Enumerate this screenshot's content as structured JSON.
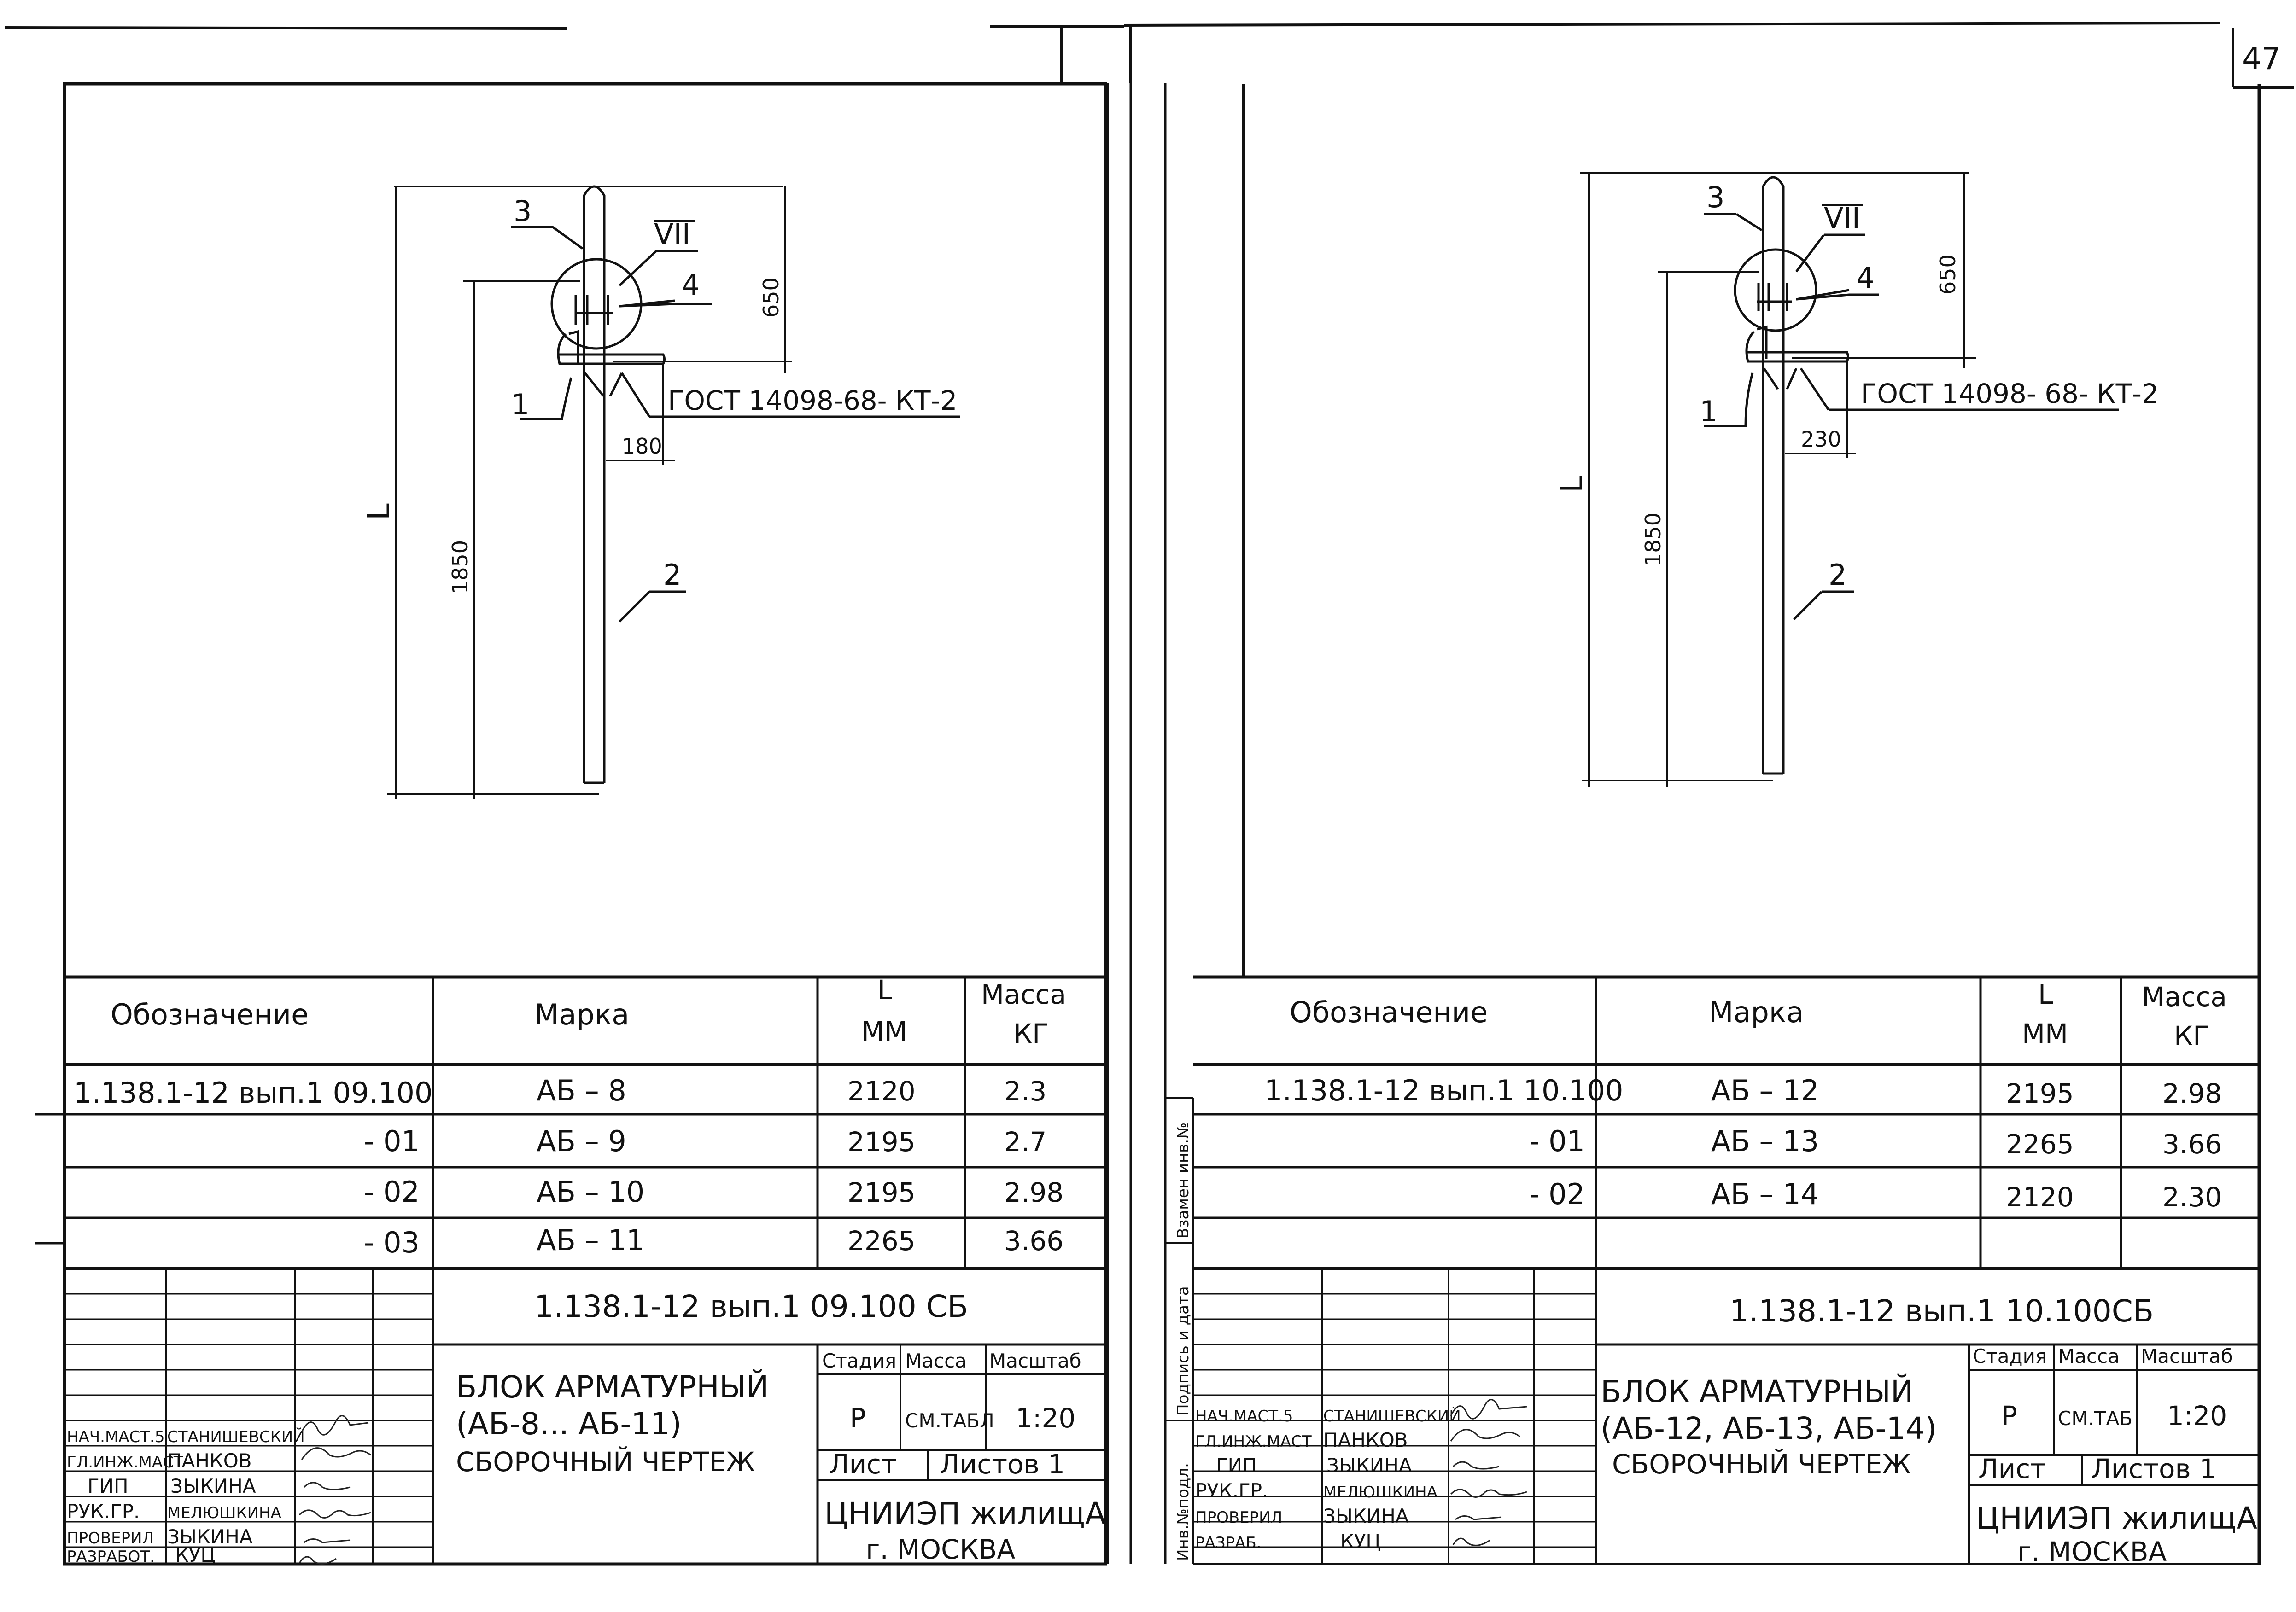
{
  "page_number": "47",
  "sheets": [
    {
      "drawing": {
        "labels": [
          "1",
          "2",
          "3",
          "4",
          "VII"
        ],
        "dims": {
          "L": "L",
          "h1": "1850",
          "h2": "650",
          "w": "180"
        },
        "gost": "ГОСТ 14098-68- КТ-2"
      },
      "spec_table": {
        "headers": {
          "designation": "Обозначение",
          "mark": "Марка",
          "length": "L\nММ",
          "length_top": "L",
          "length_unit": "ММ",
          "mass_top": "Масса",
          "mass_unit": "КГ"
        },
        "rows": [
          {
            "designation": "1.138.1-12 вып.1 09.100",
            "mark": "АБ – 8",
            "length": "2120",
            "mass": "2.3"
          },
          {
            "designation": "- 01",
            "mark": "АБ – 9",
            "length": "2195",
            "mass": "2.7"
          },
          {
            "designation": "- 02",
            "mark": "АБ – 10",
            "length": "2195",
            "mass": "2.98"
          },
          {
            "designation": "- 03",
            "mark": "АБ – 11",
            "length": "2265",
            "mass": "3.66"
          }
        ]
      },
      "title_block": {
        "code": "1.138.1-12 вып.1 09.100 СБ",
        "title_lines": [
          "БЛОК АРМАТУРНЫЙ",
          "(АБ-8...  АБ-11)",
          "СБОРОЧНЫЙ ЧЕРТЕЖ"
        ],
        "stage_header": "Стадия",
        "mass_header": "Масса",
        "scale_header": "Масштаб",
        "stage": "Р",
        "mass": "СМ.ТАБЛ",
        "scale": "1:20",
        "sheet": "Лист",
        "sheets": "Листов 1",
        "org": "ЦНИИЭП жилищА",
        "city": "г. МОСКВА",
        "people": [
          {
            "role": "НАЧ.МАСТ.5",
            "name": "СТАНИШЕВСКИЙ"
          },
          {
            "role": "ГЛ.ИНЖ.МАСТ",
            "name": "ПАНКОВ"
          },
          {
            "role": "ГИП",
            "name": "ЗЫКИНА"
          },
          {
            "role": "РУК.ГР.",
            "name": "МЕЛЮШКИНА"
          },
          {
            "role": "ПРОВЕРИЛ",
            "name": "ЗЫКИНА"
          },
          {
            "role": "РАЗРАБОТ.",
            "name": "КУЦ"
          }
        ]
      }
    },
    {
      "drawing": {
        "labels": [
          "1",
          "2",
          "3",
          "4",
          "VII"
        ],
        "dims": {
          "L": "L",
          "h1": "1850",
          "h2": "650",
          "w": "230"
        },
        "gost": "ГОСТ 14098- 68- КТ-2"
      },
      "spec_table": {
        "headers": {
          "designation": "Обозначение",
          "mark": "Марка",
          "length_top": "L",
          "length_unit": "ММ",
          "mass_top": "Масса",
          "mass_unit": "КГ"
        },
        "rows": [
          {
            "designation": "1.138.1-12 вып.1 10.100",
            "mark": "АБ – 12",
            "length": "2195",
            "mass": "2.98"
          },
          {
            "designation": "- 01",
            "mark": "АБ – 13",
            "length": "2265",
            "mass": "3.66"
          },
          {
            "designation": "- 02",
            "mark": "АБ – 14",
            "length": "2120",
            "mass": "2.30"
          }
        ]
      },
      "title_block": {
        "code": "1.138.1-12 вып.1 10.100СБ",
        "title_lines": [
          "БЛОК АРМАТУРНЫЙ",
          "(АБ-12, АБ-13, АБ-14)",
          "СБОРОЧНЫЙ ЧЕРТЕЖ"
        ],
        "stage_header": "Стадия",
        "mass_header": "Масса",
        "scale_header": "Масштаб",
        "stage": "Р",
        "mass": "СМ.ТАБ",
        "scale": "1:20",
        "sheet": "Лист",
        "sheets": "Листов 1",
        "org": "ЦНИИЭП жилищА",
        "city": "г. МОСКВА",
        "people": [
          {
            "role": "НАЧ.МАСТ.5",
            "name": "СТАНИШЕВСКИЙ"
          },
          {
            "role": "ГЛ.ИНЖ.МАСТ",
            "name": "ПАНКОВ"
          },
          {
            "role": "ГИП",
            "name": "ЗЫКИНА"
          },
          {
            "role": "РУК.ГР.",
            "name": "МЕЛЮШКИНА"
          },
          {
            "role": "ПРОВЕРИЛ",
            "name": "ЗЫКИНА"
          },
          {
            "role": "РАЗРАБ.",
            "name": "КУЦ"
          }
        ]
      }
    }
  ],
  "side_stamp": {
    "vzam": "Взамен инв.№",
    "podpis": "Подпись и дата",
    "inv": "Инв.№подл."
  }
}
